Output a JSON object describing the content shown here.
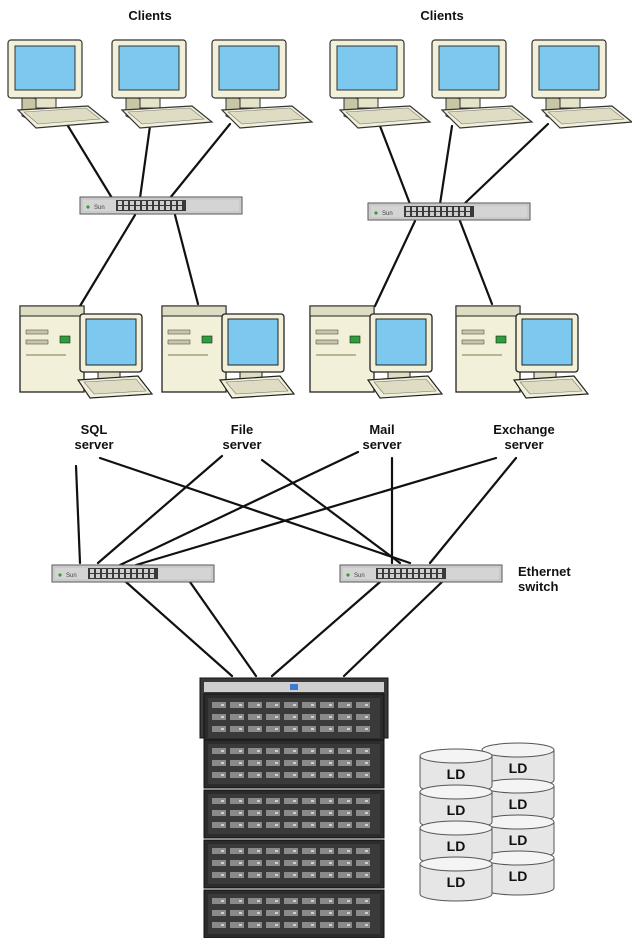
{
  "labels": {
    "clients_left": "Clients",
    "clients_right": "Clients",
    "sql_server": [
      "SQL",
      "server"
    ],
    "file_server": [
      "File",
      "server"
    ],
    "mail_server": [
      "Mail",
      "server"
    ],
    "exchange_server": [
      "Exchange",
      "server"
    ],
    "ethernet_switch": [
      "Ethernet",
      "switch"
    ],
    "switch_brand": "Sun",
    "logical_drive": "LD"
  },
  "logical_drives": [
    "LD",
    "LD",
    "LD",
    "LD",
    "LD",
    "LD",
    "LD",
    "LD"
  ],
  "colors": {
    "screen": "#7cc8ef",
    "casing": "#f2f0d8",
    "casing_shadow": "#c9c6a6",
    "switch_body": "#d4d4d4",
    "rack": "#2c2c2c",
    "cylinder": "#e6e6e6",
    "line": "#111111"
  }
}
